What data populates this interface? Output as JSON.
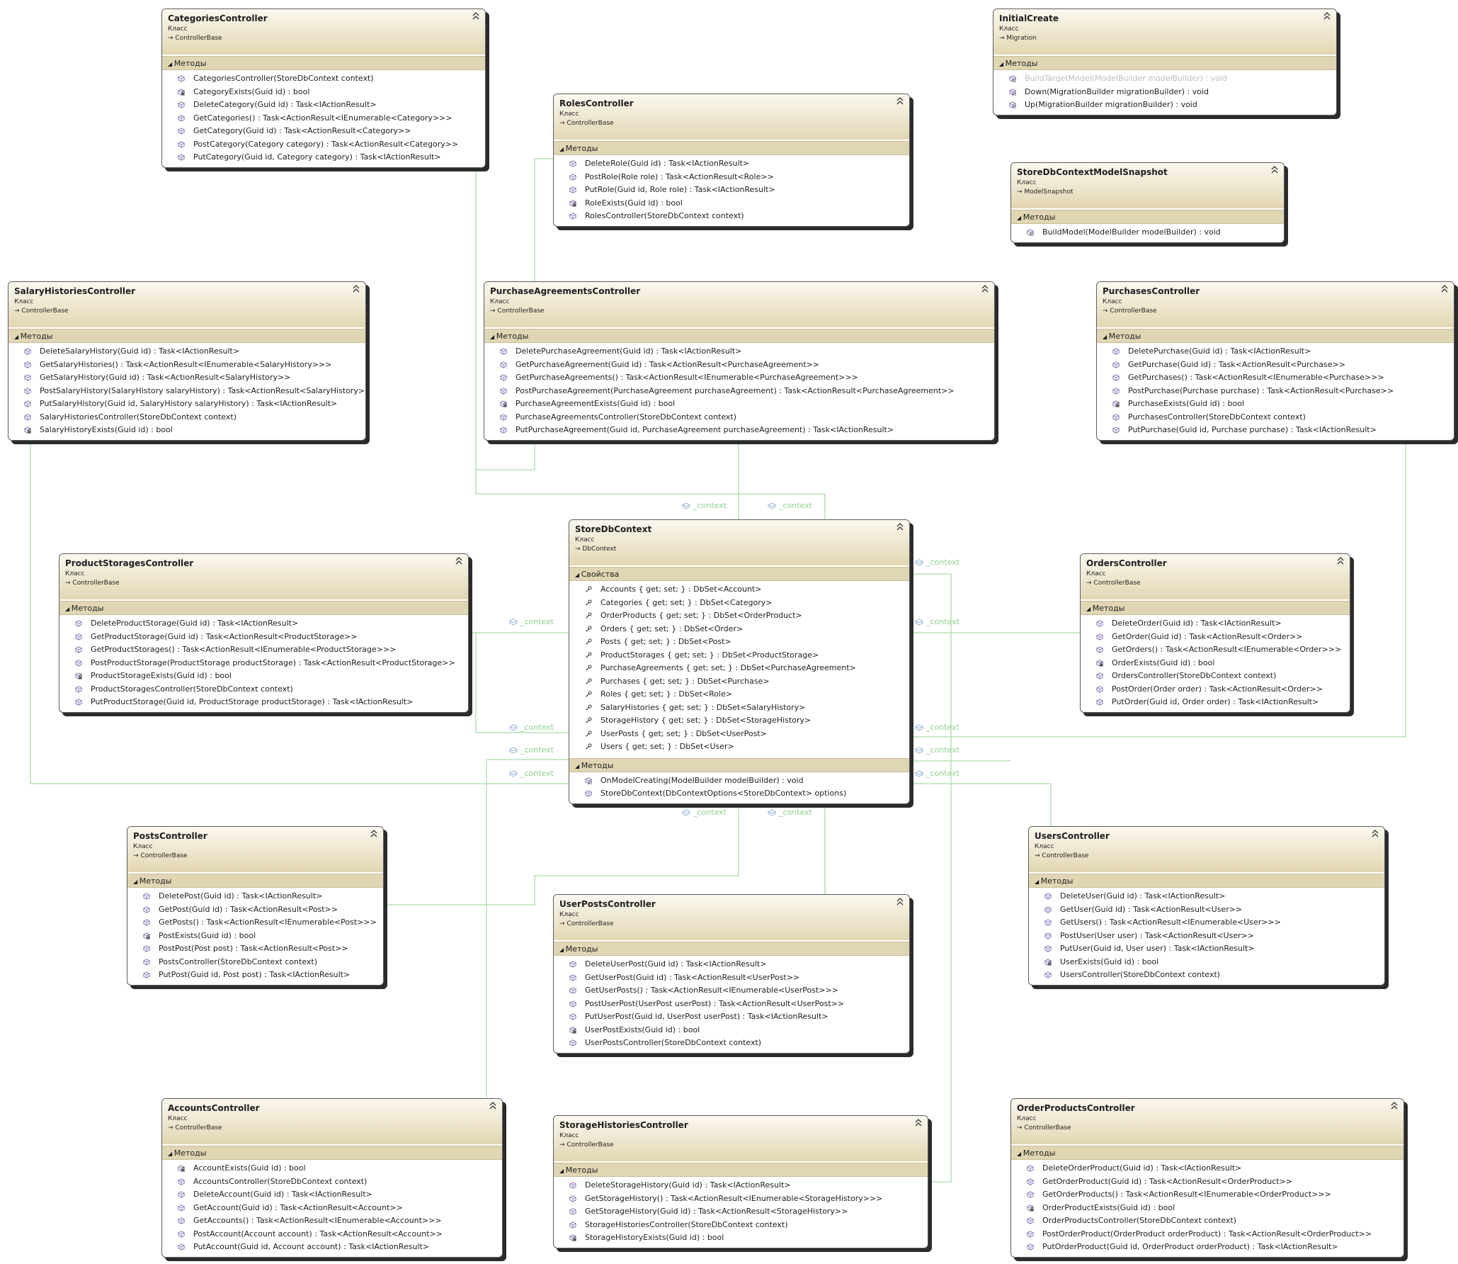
{
  "labels": {
    "kind": "Класс",
    "methods_section": "Методы",
    "properties_section": "Свойства",
    "association": "_context"
  },
  "colors": {
    "connector": "#a9dca9",
    "header_top": "#fbf8ef",
    "header_bottom": "#e2d6b2",
    "section": "#e0d6b4"
  },
  "classes": {
    "categories": {
      "name": "CategoriesController",
      "base": "ControllerBase",
      "sections": [
        {
          "title_key": "methods",
          "items": [
            {
              "text": "CategoriesController(StoreDbContext context)",
              "icon": "method"
            },
            {
              "text": "CategoryExists(Guid id) : bool",
              "icon": "private-method"
            },
            {
              "text": "DeleteCategory(Guid id) : Task<IActionResult>",
              "icon": "method"
            },
            {
              "text": "GetCategories() : Task<ActionResult<IEnumerable<Category>>>",
              "icon": "method"
            },
            {
              "text": "GetCategory(Guid id) : Task<ActionResult<Category>>",
              "icon": "method"
            },
            {
              "text": "PostCategory(Category category) : Task<ActionResult<Category>>",
              "icon": "method"
            },
            {
              "text": "PutCategory(Guid id, Category category) : Task<IActionResult>",
              "icon": "method"
            }
          ]
        }
      ]
    },
    "initialCreate": {
      "name": "InitialCreate",
      "base": "Migration",
      "sections": [
        {
          "title_key": "methods",
          "items": [
            {
              "text": "BuildTargetModel(ModelBuilder modelBuilder) : void",
              "icon": "protected-method",
              "faded": true
            },
            {
              "text": "Down(MigrationBuilder migrationBuilder) : void",
              "icon": "protected-method"
            },
            {
              "text": "Up(MigrationBuilder migrationBuilder) : void",
              "icon": "protected-method"
            }
          ]
        }
      ]
    },
    "roles": {
      "name": "RolesController",
      "base": "ControllerBase",
      "sections": [
        {
          "title_key": "methods",
          "items": [
            {
              "text": "DeleteRole(Guid id) : Task<IActionResult>",
              "icon": "method"
            },
            {
              "text": "PostRole(Role role) : Task<ActionResult<Role>>",
              "icon": "method"
            },
            {
              "text": "PutRole(Guid id, Role role) : Task<IActionResult>",
              "icon": "method"
            },
            {
              "text": "RoleExists(Guid id) : bool",
              "icon": "private-method"
            },
            {
              "text": "RolesController(StoreDbContext context)",
              "icon": "method"
            }
          ]
        }
      ]
    },
    "snapshot": {
      "name": "StoreDbContextModelSnapshot",
      "base": "ModelSnapshot",
      "sections": [
        {
          "title_key": "methods",
          "items": [
            {
              "text": "BuildModel(ModelBuilder modelBuilder) : void",
              "icon": "protected-method"
            }
          ]
        }
      ]
    },
    "salaryHistories": {
      "name": "SalaryHistoriesController",
      "base": "ControllerBase",
      "sections": [
        {
          "title_key": "methods",
          "items": [
            {
              "text": "DeleteSalaryHistory(Guid id) : Task<IActionResult>",
              "icon": "method"
            },
            {
              "text": "GetSalaryHistories() : Task<ActionResult<IEnumerable<SalaryHistory>>>",
              "icon": "method"
            },
            {
              "text": "GetSalaryHistory(Guid id) : Task<ActionResult<SalaryHistory>>",
              "icon": "method"
            },
            {
              "text": "PostSalaryHistory(SalaryHistory salaryHistory) : Task<ActionResult<SalaryHistory>>",
              "icon": "method"
            },
            {
              "text": "PutSalaryHistory(Guid id, SalaryHistory salaryHistory) : Task<IActionResult>",
              "icon": "method"
            },
            {
              "text": "SalaryHistoriesController(StoreDbContext context)",
              "icon": "method"
            },
            {
              "text": "SalaryHistoryExists(Guid id) : bool",
              "icon": "private-method"
            }
          ]
        }
      ]
    },
    "purchaseAgreements": {
      "name": "PurchaseAgreementsController",
      "base": "ControllerBase",
      "sections": [
        {
          "title_key": "methods",
          "items": [
            {
              "text": "DeletePurchaseAgreement(Guid id) : Task<IActionResult>",
              "icon": "method"
            },
            {
              "text": "GetPurchaseAgreement(Guid id) : Task<ActionResult<PurchaseAgreement>>",
              "icon": "method"
            },
            {
              "text": "GetPurchaseAgreements() : Task<ActionResult<IEnumerable<PurchaseAgreement>>>",
              "icon": "method"
            },
            {
              "text": "PostPurchaseAgreement(PurchaseAgreement purchaseAgreement) : Task<ActionResult<PurchaseAgreement>>",
              "icon": "method"
            },
            {
              "text": "PurchaseAgreementExists(Guid id) : bool",
              "icon": "private-method"
            },
            {
              "text": "PurchaseAgreementsController(StoreDbContext context)",
              "icon": "method"
            },
            {
              "text": "PutPurchaseAgreement(Guid id, PurchaseAgreement purchaseAgreement) : Task<IActionResult>",
              "icon": "method"
            }
          ]
        }
      ]
    },
    "purchases": {
      "name": "PurchasesController",
      "base": "ControllerBase",
      "sections": [
        {
          "title_key": "methods",
          "items": [
            {
              "text": "DeletePurchase(Guid id) : Task<IActionResult>",
              "icon": "method"
            },
            {
              "text": "GetPurchase(Guid id) : Task<ActionResult<Purchase>>",
              "icon": "method"
            },
            {
              "text": "GetPurchases() : Task<ActionResult<IEnumerable<Purchase>>>",
              "icon": "method"
            },
            {
              "text": "PostPurchase(Purchase purchase) : Task<ActionResult<Purchase>>",
              "icon": "method"
            },
            {
              "text": "PurchaseExists(Guid id) : bool",
              "icon": "private-method"
            },
            {
              "text": "PurchasesController(StoreDbContext context)",
              "icon": "method"
            },
            {
              "text": "PutPurchase(Guid id, Purchase purchase) : Task<IActionResult>",
              "icon": "method"
            }
          ]
        }
      ]
    },
    "storeDbContext": {
      "name": "StoreDbContext",
      "base": "DbContext",
      "sections": [
        {
          "title_key": "properties",
          "items": [
            {
              "text": "Accounts { get; set; } : DbSet<Account>",
              "icon": "property"
            },
            {
              "text": "Categories { get; set; } : DbSet<Category>",
              "icon": "property"
            },
            {
              "text": "OrderProducts { get; set; } : DbSet<OrderProduct>",
              "icon": "property"
            },
            {
              "text": "Orders { get; set; } : DbSet<Order>",
              "icon": "property"
            },
            {
              "text": "Posts { get; set; } : DbSet<Post>",
              "icon": "property"
            },
            {
              "text": "ProductStorages { get; set; } : DbSet<ProductStorage>",
              "icon": "property"
            },
            {
              "text": "PurchaseAgreements { get; set; } : DbSet<PurchaseAgreement>",
              "icon": "property"
            },
            {
              "text": "Purchases { get; set; } : DbSet<Purchase>",
              "icon": "property"
            },
            {
              "text": "Roles { get; set; } : DbSet<Role>",
              "icon": "property"
            },
            {
              "text": "SalaryHistories { get; set; } : DbSet<SalaryHistory>",
              "icon": "property"
            },
            {
              "text": "StorageHistory { get; set; } : DbSet<StorageHistory>",
              "icon": "property"
            },
            {
              "text": "UserPosts { get; set; } : DbSet<UserPost>",
              "icon": "property"
            },
            {
              "text": "Users { get; set; } : DbSet<User>",
              "icon": "property"
            }
          ]
        },
        {
          "title_key": "methods",
          "items": [
            {
              "text": "OnModelCreating(ModelBuilder modelBuilder) : void",
              "icon": "protected-method"
            },
            {
              "text": "StoreDbContext(DbContextOptions<StoreDbContext> options)",
              "icon": "method"
            }
          ]
        }
      ]
    },
    "productStorages": {
      "name": "ProductStoragesController",
      "base": "ControllerBase",
      "sections": [
        {
          "title_key": "methods",
          "items": [
            {
              "text": "DeleteProductStorage(Guid id) : Task<IActionResult>",
              "icon": "method"
            },
            {
              "text": "GetProductStorage(Guid id) : Task<ActionResult<ProductStorage>>",
              "icon": "method"
            },
            {
              "text": "GetProductStorages() : Task<ActionResult<IEnumerable<ProductStorage>>>",
              "icon": "method"
            },
            {
              "text": "PostProductStorage(ProductStorage productStorage) : Task<ActionResult<ProductStorage>>",
              "icon": "method"
            },
            {
              "text": "ProductStorageExists(Guid id) : bool",
              "icon": "private-method"
            },
            {
              "text": "ProductStoragesController(StoreDbContext context)",
              "icon": "method"
            },
            {
              "text": "PutProductStorage(Guid id, ProductStorage productStorage) : Task<IActionResult>",
              "icon": "method"
            }
          ]
        }
      ]
    },
    "orders": {
      "name": "OrdersController",
      "base": "ControllerBase",
      "sections": [
        {
          "title_key": "methods",
          "items": [
            {
              "text": "DeleteOrder(Guid id) : Task<IActionResult>",
              "icon": "method"
            },
            {
              "text": "GetOrder(Guid id) : Task<ActionResult<Order>>",
              "icon": "method"
            },
            {
              "text": "GetOrders() : Task<ActionResult<IEnumerable<Order>>>",
              "icon": "method"
            },
            {
              "text": "OrderExists(Guid id) : bool",
              "icon": "private-method"
            },
            {
              "text": "OrdersController(StoreDbContext context)",
              "icon": "method"
            },
            {
              "text": "PostOrder(Order order) : Task<ActionResult<Order>>",
              "icon": "method"
            },
            {
              "text": "PutOrder(Guid id, Order order) : Task<IActionResult>",
              "icon": "method"
            }
          ]
        }
      ]
    },
    "posts": {
      "name": "PostsController",
      "base": "ControllerBase",
      "sections": [
        {
          "title_key": "methods",
          "items": [
            {
              "text": "DeletePost(Guid id) : Task<IActionResult>",
              "icon": "method"
            },
            {
              "text": "GetPost(Guid id) : Task<ActionResult<Post>>",
              "icon": "method"
            },
            {
              "text": "GetPosts() : Task<ActionResult<IEnumerable<Post>>>",
              "icon": "method"
            },
            {
              "text": "PostExists(Guid id) : bool",
              "icon": "private-method"
            },
            {
              "text": "PostPost(Post post) : Task<ActionResult<Post>>",
              "icon": "method"
            },
            {
              "text": "PostsController(StoreDbContext context)",
              "icon": "method"
            },
            {
              "text": "PutPost(Guid id, Post post) : Task<IActionResult>",
              "icon": "method"
            }
          ]
        }
      ]
    },
    "users": {
      "name": "UsersController",
      "base": "ControllerBase",
      "sections": [
        {
          "title_key": "methods",
          "items": [
            {
              "text": "DeleteUser(Guid id) : Task<IActionResult>",
              "icon": "method"
            },
            {
              "text": "GetUser(Guid id) : Task<ActionResult<User>>",
              "icon": "method"
            },
            {
              "text": "GetUsers() : Task<ActionResult<IEnumerable<User>>>",
              "icon": "method"
            },
            {
              "text": "PostUser(User user) : Task<ActionResult<User>>",
              "icon": "method"
            },
            {
              "text": "PutUser(Guid id, User user) : Task<IActionResult>",
              "icon": "method"
            },
            {
              "text": "UserExists(Guid id) : bool",
              "icon": "private-method"
            },
            {
              "text": "UsersController(StoreDbContext context)",
              "icon": "method"
            }
          ]
        }
      ]
    },
    "userPosts": {
      "name": "UserPostsController",
      "base": "ControllerBase",
      "sections": [
        {
          "title_key": "methods",
          "items": [
            {
              "text": "DeleteUserPost(Guid id) : Task<IActionResult>",
              "icon": "method"
            },
            {
              "text": "GetUserPost(Guid id) : Task<ActionResult<UserPost>>",
              "icon": "method"
            },
            {
              "text": "GetUserPosts() : Task<ActionResult<IEnumerable<UserPost>>>",
              "icon": "method"
            },
            {
              "text": "PostUserPost(UserPost userPost) : Task<ActionResult<UserPost>>",
              "icon": "method"
            },
            {
              "text": "PutUserPost(Guid id, UserPost userPost) : Task<IActionResult>",
              "icon": "method"
            },
            {
              "text": "UserPostExists(Guid id) : bool",
              "icon": "private-method"
            },
            {
              "text": "UserPostsController(StoreDbContext context)",
              "icon": "method"
            }
          ]
        }
      ]
    },
    "accounts": {
      "name": "AccountsController",
      "base": "ControllerBase",
      "sections": [
        {
          "title_key": "methods",
          "items": [
            {
              "text": "AccountExists(Guid id) : bool",
              "icon": "private-method"
            },
            {
              "text": "AccountsController(StoreDbContext context)",
              "icon": "method"
            },
            {
              "text": "DeleteAccount(Guid id) : Task<IActionResult>",
              "icon": "method"
            },
            {
              "text": "GetAccount(Guid id) : Task<ActionResult<Account>>",
              "icon": "method"
            },
            {
              "text": "GetAccounts() : Task<ActionResult<IEnumerable<Account>>>",
              "icon": "method"
            },
            {
              "text": "PostAccount(Account account) : Task<ActionResult<Account>>",
              "icon": "method"
            },
            {
              "text": "PutAccount(Guid id, Account account) : Task<IActionResult>",
              "icon": "method"
            }
          ]
        }
      ]
    },
    "storageHistories": {
      "name": "StorageHistoriesController",
      "base": "ControllerBase",
      "sections": [
        {
          "title_key": "methods",
          "items": [
            {
              "text": "DeleteStorageHistory(Guid id) : Task<IActionResult>",
              "icon": "method"
            },
            {
              "text": "GetStorageHistory() : Task<ActionResult<IEnumerable<StorageHistory>>>",
              "icon": "method"
            },
            {
              "text": "GetStorageHistory(Guid id) : Task<ActionResult<StorageHistory>>",
              "icon": "method"
            },
            {
              "text": "StorageHistoriesController(StoreDbContext context)",
              "icon": "method"
            },
            {
              "text": "StorageHistoryExists(Guid id) : bool",
              "icon": "private-method"
            }
          ]
        }
      ]
    },
    "orderProducts": {
      "name": "OrderProductsController",
      "base": "ControllerBase",
      "sections": [
        {
          "title_key": "methods",
          "items": [
            {
              "text": "DeleteOrderProduct(Guid id) : Task<IActionResult>",
              "icon": "method"
            },
            {
              "text": "GetOrderProduct(Guid id) : Task<ActionResult<OrderProduct>>",
              "icon": "method"
            },
            {
              "text": "GetOrderProducts() : Task<ActionResult<IEnumerable<OrderProduct>>>",
              "icon": "method"
            },
            {
              "text": "OrderProductExists(Guid id) : bool",
              "icon": "private-method"
            },
            {
              "text": "OrderProductsController(StoreDbContext context)",
              "icon": "method"
            },
            {
              "text": "PostOrderProduct(OrderProduct orderProduct) : Task<ActionResult<OrderProduct>>",
              "icon": "method"
            },
            {
              "text": "PutOrderProduct(Guid id, OrderProduct orderProduct) : Task<IActionResult>",
              "icon": "method"
            }
          ]
        }
      ]
    }
  }
}
